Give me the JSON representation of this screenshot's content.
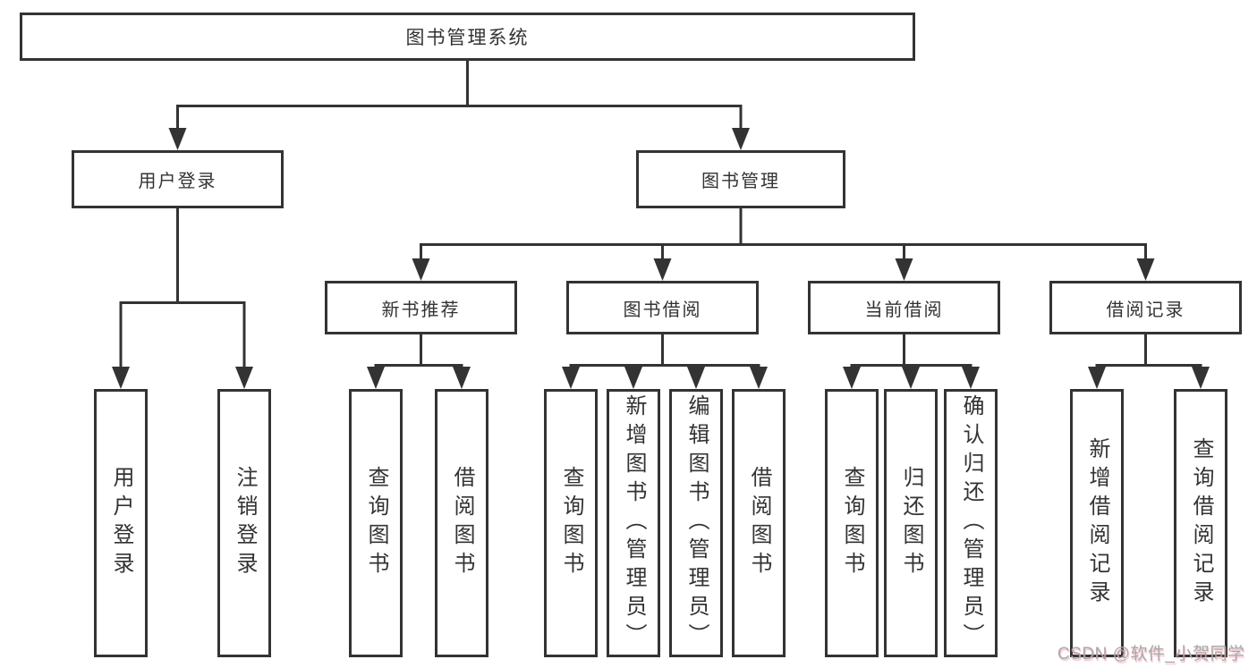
{
  "diagram": {
    "root": {
      "label": "图书管理系统"
    },
    "level1": {
      "user_login": {
        "label": "用户登录"
      },
      "book_mgmt": {
        "label": "图书管理"
      }
    },
    "level2": {
      "new_books": {
        "label": "新书推荐"
      },
      "borrow": {
        "label": "图书借阅"
      },
      "current": {
        "label": "当前借阅"
      },
      "records": {
        "label": "借阅记录"
      }
    },
    "leaves": {
      "user_login": [
        "用户登录",
        "注销登录"
      ],
      "new_books": [
        "查询图书",
        "借阅图书"
      ],
      "borrow": [
        "查询图书",
        "新增图书（管理员）",
        "编辑图书（管理员）",
        "借阅图书"
      ],
      "current": [
        "查询图书",
        "归还图书",
        "确认归还（管理员）"
      ],
      "records": [
        "新增借阅记录",
        "查询借阅记录"
      ]
    }
  },
  "watermark": "CSDN @软件_小贺同学",
  "colors": {
    "line": "#333333",
    "text": "#333333",
    "background": "#ffffff",
    "watermark": "#a8a8a8"
  }
}
